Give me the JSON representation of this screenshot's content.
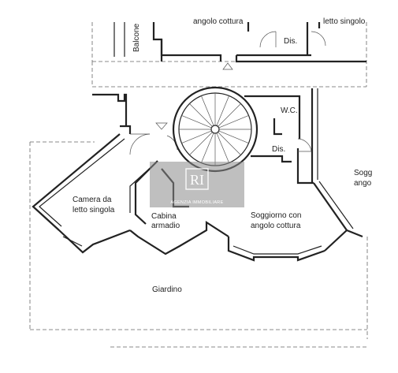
{
  "rooms": {
    "top_left_partial": "angolo cottura",
    "top_right_partial": "letto singolo",
    "balcony": "Balcone",
    "dis_top": "Dis.",
    "wc": "W.C.",
    "dis_mid": "Dis.",
    "camera_line1": "Camera da",
    "camera_line2": "letto singola",
    "cabina_line1": "Cabina",
    "cabina_line2": "armadio",
    "soggiorno_line1": "Soggiorno con",
    "soggiorno_line2": "angolo cottura",
    "right_partial_line1": "Sogg",
    "right_partial_line2": "ango",
    "garden": "Giardino"
  },
  "watermark": {
    "logo_letters": "RI",
    "text": "AGENZIA IMMOBILIARE"
  }
}
